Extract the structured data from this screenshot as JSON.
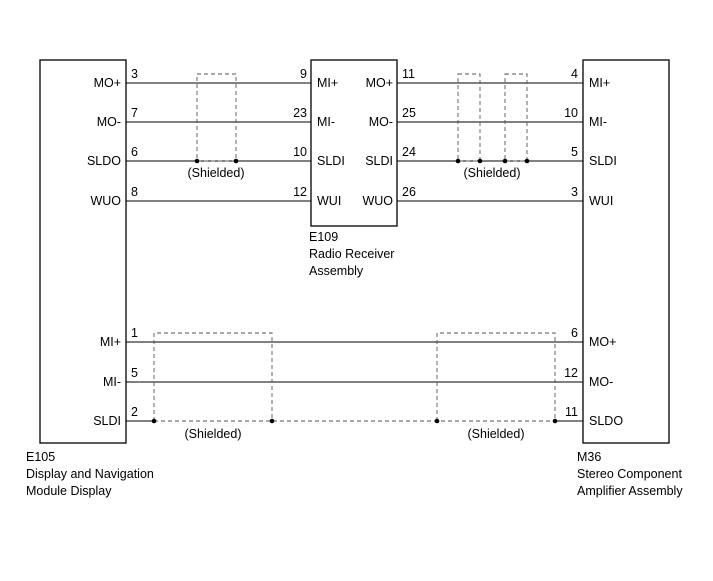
{
  "components": {
    "left": {
      "code": "E105",
      "name_line1": "Display and Navigation",
      "name_line2": "Module Display"
    },
    "center": {
      "code": "E109",
      "name_line1": "Radio Receiver",
      "name_line2": "Assembly"
    },
    "right": {
      "code": "M36",
      "name_line1": "Stereo Component",
      "name_line2": "Amplifier Assembly"
    }
  },
  "pins": {
    "left_upper": [
      {
        "label": "MO+",
        "num": "3"
      },
      {
        "label": "MO-",
        "num": "7"
      },
      {
        "label": "SLDO",
        "num": "6"
      },
      {
        "label": "WUO",
        "num": "8"
      }
    ],
    "center_left": [
      {
        "label": "MI+",
        "num": "9"
      },
      {
        "label": "MI-",
        "num": "23"
      },
      {
        "label": "SLDI",
        "num": "10"
      },
      {
        "label": "WUI",
        "num": "12"
      }
    ],
    "center_right": [
      {
        "label": "MO+",
        "num": "11"
      },
      {
        "label": "MO-",
        "num": "25"
      },
      {
        "label": "SLDI",
        "num": "24"
      },
      {
        "label": "WUO",
        "num": "26"
      }
    ],
    "right_upper": [
      {
        "label": "MI+",
        "num": "4"
      },
      {
        "label": "MI-",
        "num": "10"
      },
      {
        "label": "SLDI",
        "num": "5"
      },
      {
        "label": "WUI",
        "num": "3"
      }
    ],
    "left_lower": [
      {
        "label": "MI+",
        "num": "1"
      },
      {
        "label": "MI-",
        "num": "5"
      },
      {
        "label": "SLDI",
        "num": "2"
      }
    ],
    "right_lower": [
      {
        "label": "MO+",
        "num": "6"
      },
      {
        "label": "MO-",
        "num": "12"
      },
      {
        "label": "SLDO",
        "num": "11"
      }
    ]
  },
  "shield_label": "(Shielded)"
}
